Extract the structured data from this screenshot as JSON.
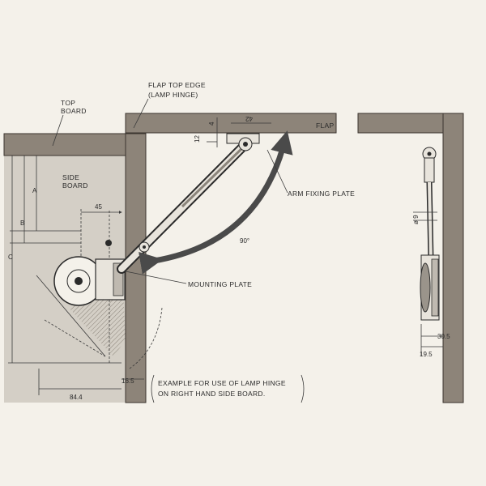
{
  "labels": {
    "top_board": [
      "TOP",
      "BOARD"
    ],
    "side_board": [
      "SIDE",
      "BOARD"
    ],
    "flap_top_edge": [
      "FLAP TOP EDGE",
      "(LAMP HINGE)"
    ],
    "flap": "FLAP",
    "arm_fixing_plate": "ARM FIXING PLATE",
    "mounting_plate": "MOUNTING PLATE",
    "angle": "90°",
    "example_note": [
      "EXAMPLE FOR USE OF LAMP HINGE",
      "ON RIGHT HAND SIDE BOARD."
    ]
  },
  "dimensions": {
    "a": "A",
    "b": "B",
    "c": "C",
    "d45": "45",
    "d84_4": "84.4",
    "d16_5": "16.5",
    "d12": "12",
    "d42": "42",
    "d4": "4",
    "d9": "ø 9",
    "d30_5": "30.5",
    "d19_5": "19.5"
  },
  "colors": {
    "board": "#8d8479",
    "side_board_fill": "#d4cfc6",
    "background": "#f4f1ea",
    "line": "#3a3a3a"
  }
}
